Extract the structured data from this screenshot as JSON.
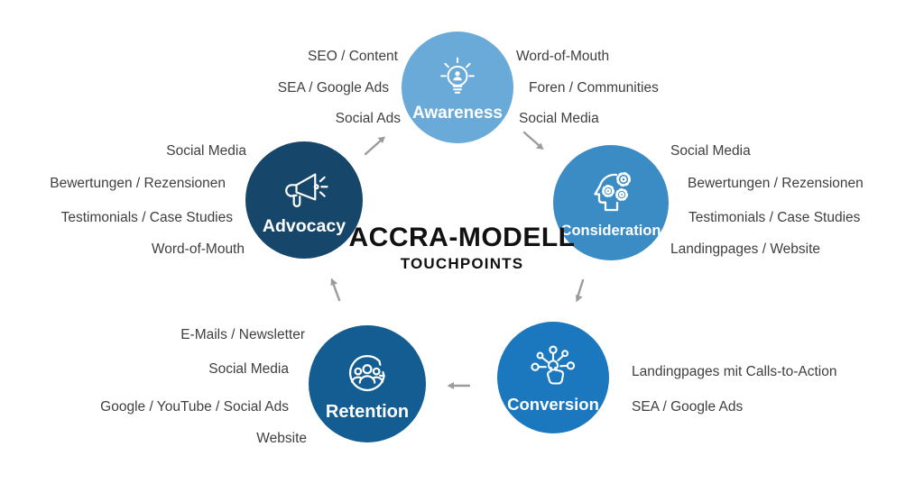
{
  "title": {
    "main": "ACCRA-MODELL",
    "sub": "TOUCHPOINTS"
  },
  "nodes": [
    {
      "id": "awareness",
      "label": "Awareness",
      "color": "#6aaad8",
      "icon": "lightbulb-person-icon",
      "left_items": [
        "SEO / Content",
        "SEA / Google Ads",
        "Social Ads"
      ],
      "right_items": [
        "Word-of-Mouth",
        "Foren / Communities",
        "Social Media"
      ]
    },
    {
      "id": "consideration",
      "label": "Consideration",
      "color": "#3b8cc4",
      "icon": "head-gears-icon",
      "right_items": [
        "Social Media",
        "Bewertungen / Rezensionen",
        "Testimonials / Case Studies",
        "Landingpages / Website"
      ]
    },
    {
      "id": "conversion",
      "label": "Conversion",
      "color": "#1b78be",
      "icon": "click-network-icon",
      "right_items": [
        "Landingpages mit Calls-to-Action",
        "SEA / Google Ads"
      ]
    },
    {
      "id": "retention",
      "label": "Retention",
      "color": "#145d92",
      "icon": "people-cycle-icon",
      "left_items": [
        "E-Mails / Newsletter",
        "Social Media",
        "Google / YouTube / Social Ads",
        "Website"
      ]
    },
    {
      "id": "advocacy",
      "label": "Advocacy",
      "color": "#17466b",
      "icon": "megaphone-icon",
      "left_items": [
        "Social Media",
        "Bewertungen / Rezensionen",
        "Testimonials / Case Studies",
        "Word-of-Mouth"
      ]
    }
  ],
  "arrows": [
    {
      "from": "Advocacy",
      "to": "Awareness",
      "direction": "up-right"
    },
    {
      "from": "Awareness",
      "to": "Consideration",
      "direction": "down-right"
    },
    {
      "from": "Consideration",
      "to": "Conversion",
      "direction": "down"
    },
    {
      "from": "Conversion",
      "to": "Retention",
      "direction": "left"
    },
    {
      "from": "Retention",
      "to": "Advocacy",
      "direction": "up"
    }
  ],
  "colors": {
    "background": "#ffffff",
    "arrow": "#9c9c9c",
    "label_text": "#3f3f3f",
    "title_text": "#111111",
    "icon_stroke": "#ffffff"
  }
}
